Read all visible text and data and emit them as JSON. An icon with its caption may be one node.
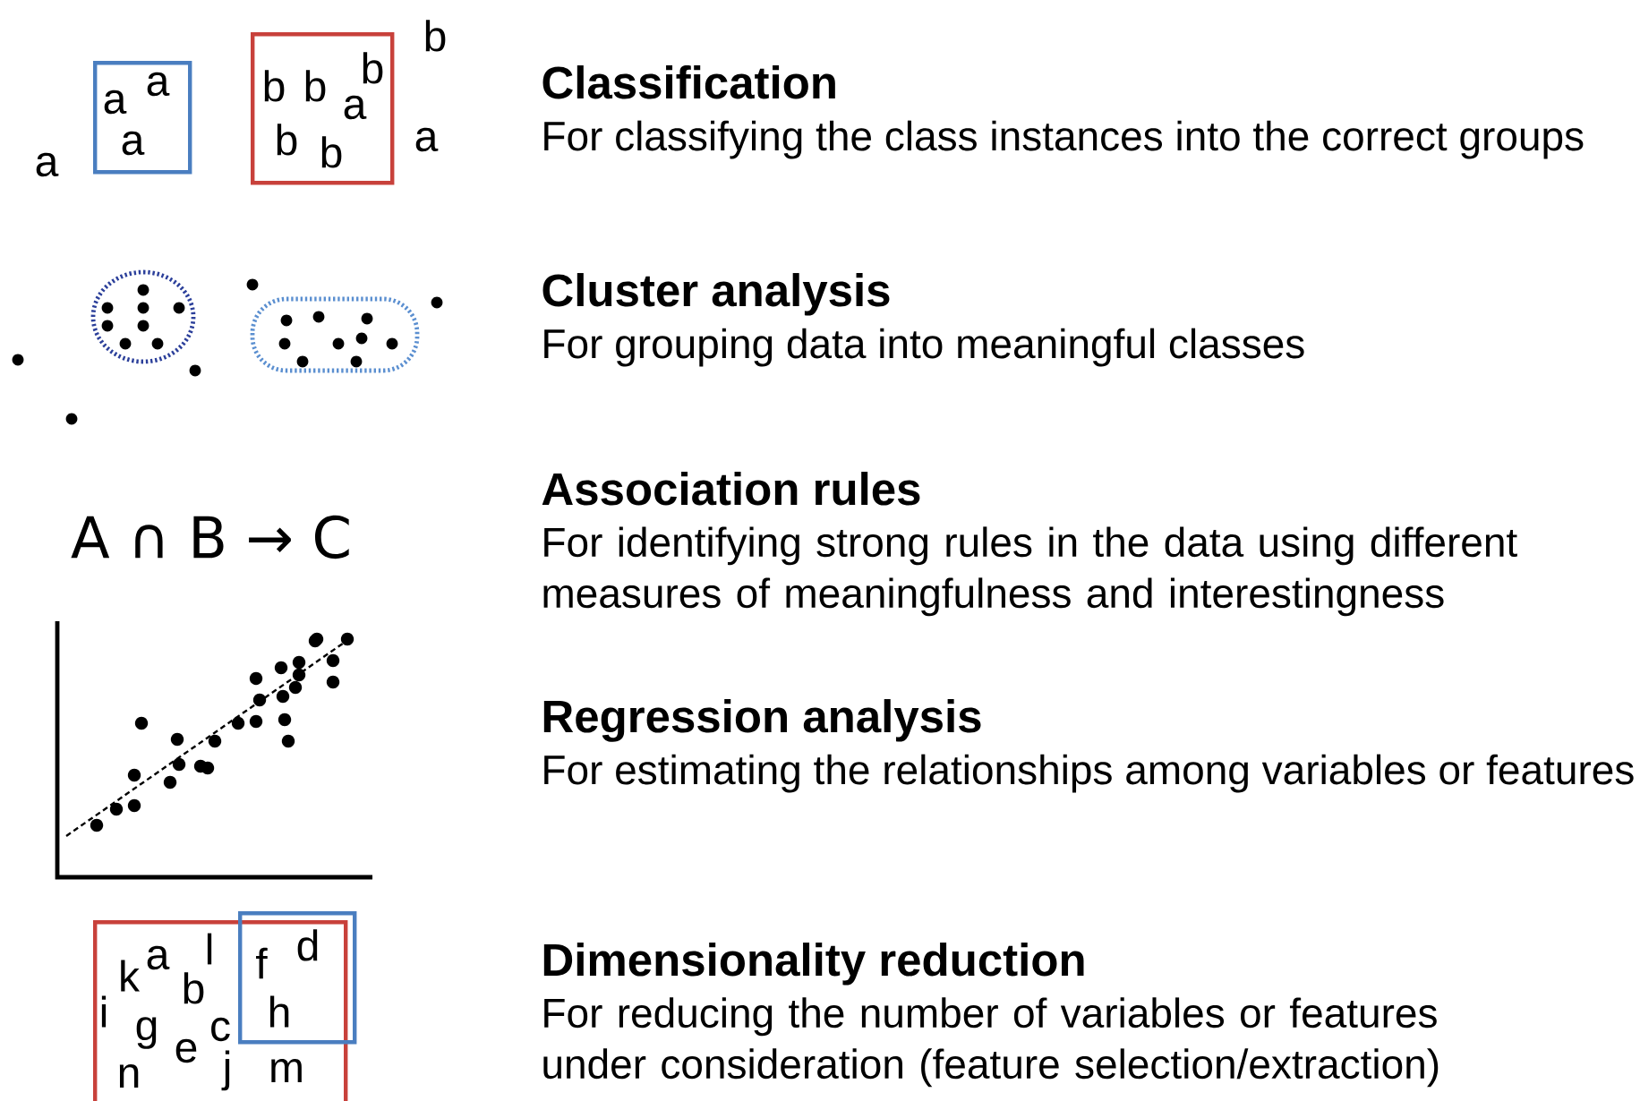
{
  "diagram": {
    "nodes": [
      {
        "text": [
          "a",
          "a",
          "a"
        ]
      },
      {
        "text": [
          "b",
          "b",
          "b",
          "a",
          "b",
          "b"
        ]
      },
      {
        "text": [
          "k",
          "a",
          "l",
          "b",
          "i",
          "g",
          "e",
          "c",
          "n",
          "j",
          "m"
        ]
      },
      {
        "text": [
          "f",
          "d",
          "h"
        ]
      }
    ],
    "labels": [
      "b",
      "a",
      "a",
      "Classification",
      "For classifying the class instances into the correct groups",
      "Cluster analysis",
      "For grouping data into meaningful classes",
      "A ∩ B → C",
      "Association rules",
      "For identifying strong rules in the data using different measures of meaningfulness and interestingness",
      "Regression analysis",
      "For estimating the relationships among variables or features",
      "Dimensionality reduction",
      "For reducing the number of variables or features under consideration (feature selection/extraction)"
    ]
  }
}
